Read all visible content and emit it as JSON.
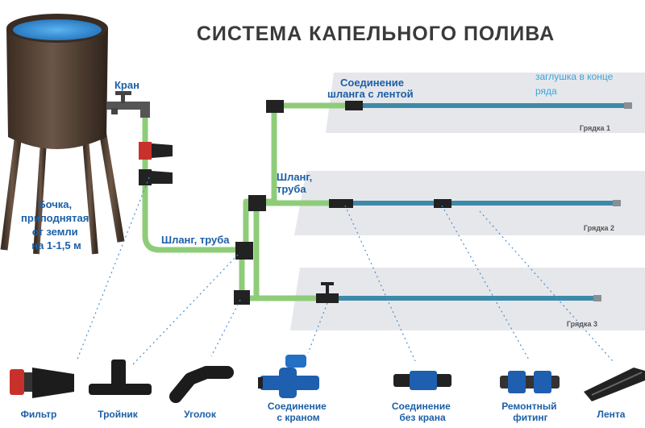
{
  "title": "СИСТЕМА КАПЕЛЬНОГО ПОЛИВА",
  "labels": {
    "tap": "Кран",
    "tank_lines": [
      "Бочка,",
      "приподнятая",
      "от земли",
      "на 1-1,5 м"
    ],
    "hose_pipe_main": "Шланг, труба",
    "hose_pipe_branch_lines": [
      "Шланг,",
      "труба"
    ],
    "hose_tape_connection_lines": [
      "Соединение",
      "шланга с лентой"
    ],
    "end_plug_lines": [
      "заглушка в конце",
      "ряда"
    ]
  },
  "beds": [
    {
      "label": "Грядка 1"
    },
    {
      "label": "Грядка 2"
    },
    {
      "label": "Грядка 3"
    }
  ],
  "parts": [
    {
      "label_lines": [
        "Фильтр"
      ],
      "icon": "filter-icon"
    },
    {
      "label_lines": [
        "Тройник"
      ],
      "icon": "tee-icon"
    },
    {
      "label_lines": [
        "Уголок"
      ],
      "icon": "elbow-icon"
    },
    {
      "label_lines": [
        "Соединение",
        "с краном"
      ],
      "icon": "valve-connector-icon"
    },
    {
      "label_lines": [
        "Соединение",
        "без крана"
      ],
      "icon": "connector-icon"
    },
    {
      "label_lines": [
        "Ремонтный",
        "фитинг"
      ],
      "icon": "repair-fitting-icon"
    },
    {
      "label_lines": [
        "Лента"
      ],
      "icon": "drip-tape-icon"
    }
  ],
  "colors": {
    "hose": "#8fcc7a",
    "tape": "#3d8aa8",
    "callout": "#4a90d0",
    "label": "#1b5fa8",
    "bed": "#e6e7eb",
    "tank": "#4a3a2e",
    "water": "#2f8fd8"
  }
}
